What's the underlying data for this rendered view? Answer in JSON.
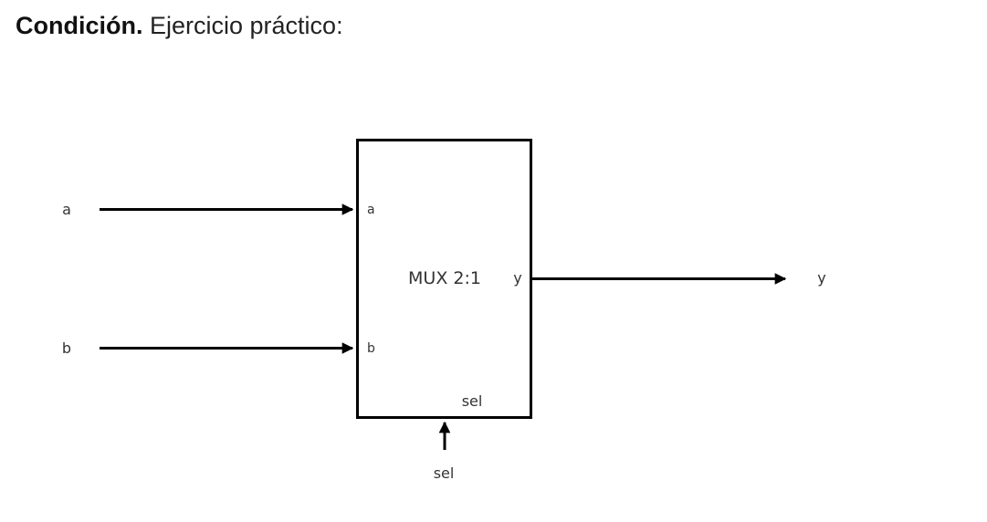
{
  "heading": {
    "label": "Condición.",
    "text": "Ejercicio práctico:"
  },
  "diagram": {
    "block": {
      "title": "MUX 2:1",
      "port_a": "a",
      "port_b": "b",
      "port_y": "y",
      "port_sel": "sel"
    },
    "signals": {
      "input_a": "a",
      "input_b": "b",
      "output_y": "y",
      "select": "sel"
    },
    "colors": {
      "stroke": "#000000",
      "text": "#333333"
    }
  }
}
